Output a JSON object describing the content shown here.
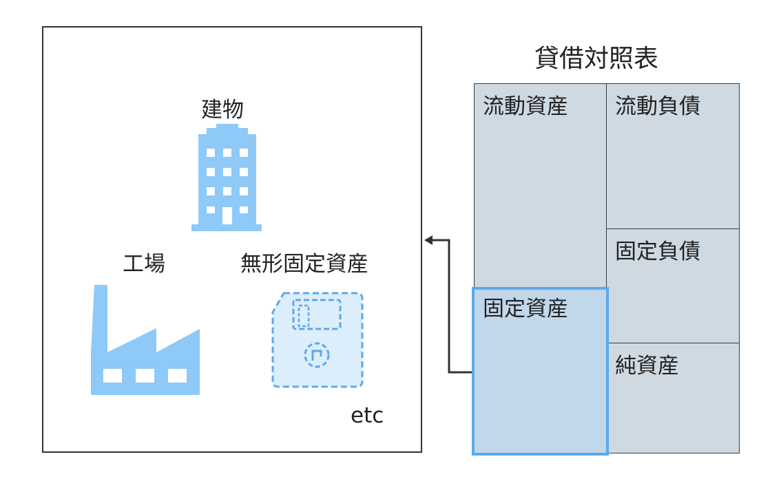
{
  "left_panel": {
    "building_label": "建物",
    "factory_label": "工場",
    "intangible_label": "無形固定資産",
    "etc_label": "etc"
  },
  "balance_sheet": {
    "title": "貸借対照表",
    "current_assets": "流動資産",
    "fixed_assets": "固定資産",
    "current_liabilities": "流動負債",
    "fixed_liabilities": "固定負債",
    "net_assets": "純資産"
  },
  "colors": {
    "icon_blue": "#8ec9f7",
    "highlight_border": "#5aa9ec",
    "highlight_fill": "#c1d7ea",
    "cell_fill": "#cfd9e1",
    "arrow": "#333333"
  },
  "icons": [
    "building-icon",
    "factory-icon",
    "intangible-asset-icon",
    "arrow-icon"
  ]
}
